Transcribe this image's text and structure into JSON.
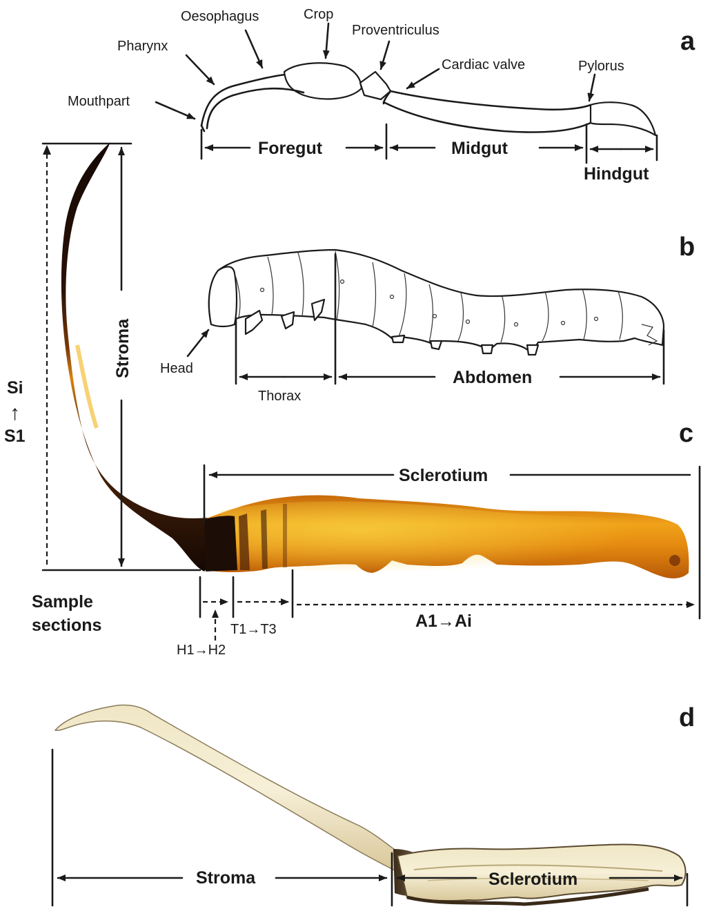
{
  "panels": {
    "a": {
      "letter": "a",
      "labels": {
        "mouthpart": "Mouthpart",
        "pharynx": "Pharynx",
        "oesophagus": "Oesophagus",
        "crop": "Crop",
        "proventriculus": "Proventriculus",
        "cardiac_valve": "Cardiac valve",
        "pylorus": "Pylorus"
      },
      "regions": {
        "foregut": "Foregut",
        "midgut": "Midgut",
        "hindgut": "Hindgut"
      }
    },
    "b": {
      "letter": "b",
      "labels": {
        "head": "Head",
        "thorax": "Thorax",
        "abdomen": "Abdomen"
      }
    },
    "c": {
      "letter": "c",
      "labels": {
        "stroma": "Stroma",
        "sclerotium": "Sclerotium",
        "sample_sections": [
          "Sample",
          "sections"
        ],
        "si_top": "Si",
        "si_arrow": "↑",
        "s1": "S1",
        "h_range": "H1→H2",
        "t_range": "T1→T3",
        "a_range": "A1→Ai"
      }
    },
    "d": {
      "letter": "d",
      "labels": {
        "stroma": "Stroma",
        "sclerotium": "Sclerotium"
      }
    }
  },
  "colors": {
    "ink": "#1a1a1a",
    "stroma_dark": "#1c0d06",
    "sclerotium_orange": "#e08a12",
    "sclerotium_yellow": "#f6c21a",
    "section_cream": "#f1ead0",
    "section_dark": "#3a2a18"
  }
}
